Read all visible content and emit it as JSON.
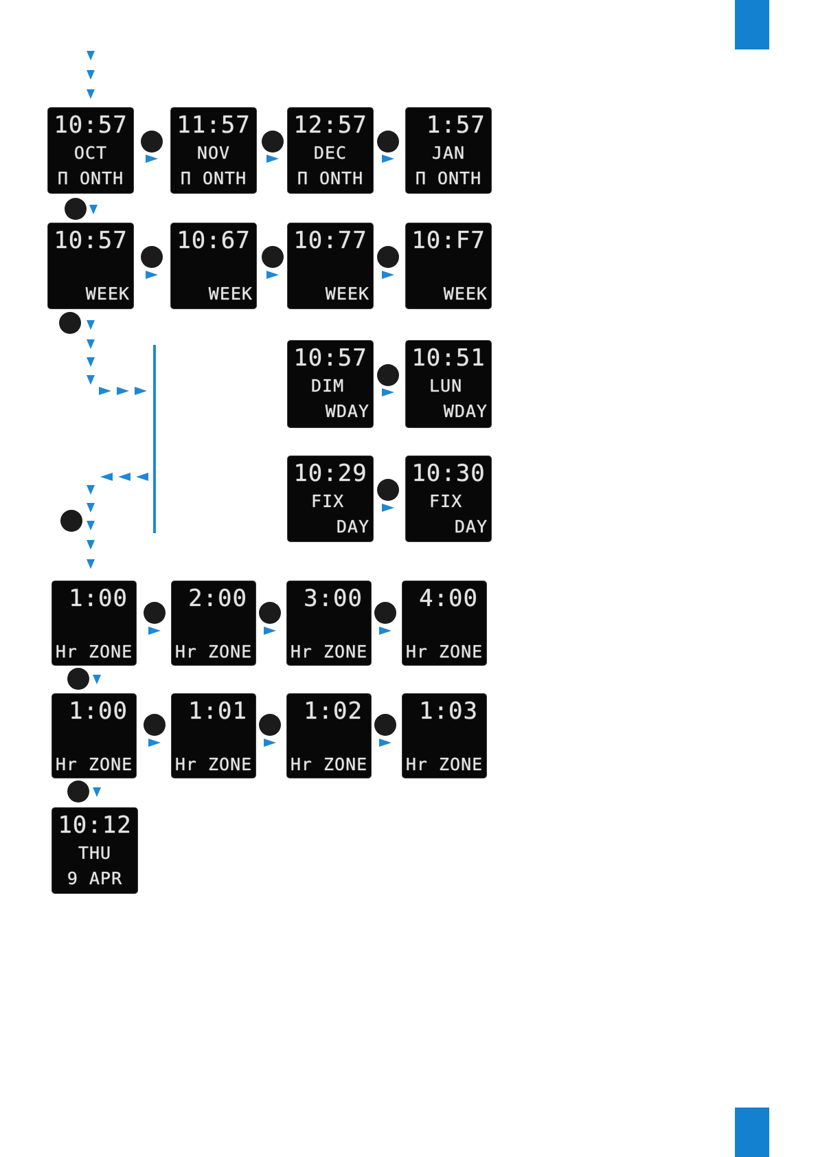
{
  "colors": {
    "accent": "#1e87d6",
    "tab": "#1480d0",
    "display_bg": "#080808",
    "button_dot": "#1b1b1b"
  },
  "icons": {
    "button": "filled-circle",
    "arrow_down": "triangle-down",
    "arrow_right": "triangle-right",
    "arrow_left": "triangle-left"
  },
  "displays": {
    "month": [
      {
        "time": "10:57",
        "line2": "OCT",
        "line3": "Π ONTH"
      },
      {
        "time": "11:57",
        "line2": "NOV",
        "line3": "Π ONTH"
      },
      {
        "time": "12:57",
        "line2": "DEC",
        "line3": "Π ONTH"
      },
      {
        "time": " 1:57",
        "line2": "JAN",
        "line3": "Π ONTH"
      }
    ],
    "week": [
      {
        "time": "10:57",
        "line3": "WEEK"
      },
      {
        "time": "10:67",
        "line3": "WEEK"
      },
      {
        "time": "10:77",
        "line3": "WEEK"
      },
      {
        "time": "10:F7",
        "line3": "WEEK"
      }
    ],
    "wday": [
      {
        "time": "10:57",
        "line2": "DIM",
        "line3": "WDAY"
      },
      {
        "time": "10:51",
        "line2": "LUN",
        "line3": "WDAY"
      }
    ],
    "fix": [
      {
        "time": "10:29",
        "line2": "FIX",
        "line3": "DAY"
      },
      {
        "time": "10:30",
        "line2": "FIX",
        "line3": "DAY"
      }
    ],
    "zone_hour": [
      {
        "time": "1:00",
        "line3": "Hr ZONE"
      },
      {
        "time": "2:00",
        "line3": "Hr ZONE"
      },
      {
        "time": "3:00",
        "line3": "Hr ZONE"
      },
      {
        "time": "4:00",
        "line3": "Hr ZONE"
      }
    ],
    "zone_min": [
      {
        "time": "1:00",
        "line3": "Hr ZONE"
      },
      {
        "time": "1:01",
        "line3": "Hr ZONE"
      },
      {
        "time": "1:02",
        "line3": "Hr ZONE"
      },
      {
        "time": "1:03",
        "line3": "Hr ZONE"
      }
    ],
    "final": {
      "time": "10:12",
      "line2": "THU",
      "line3": "9 APR"
    }
  }
}
